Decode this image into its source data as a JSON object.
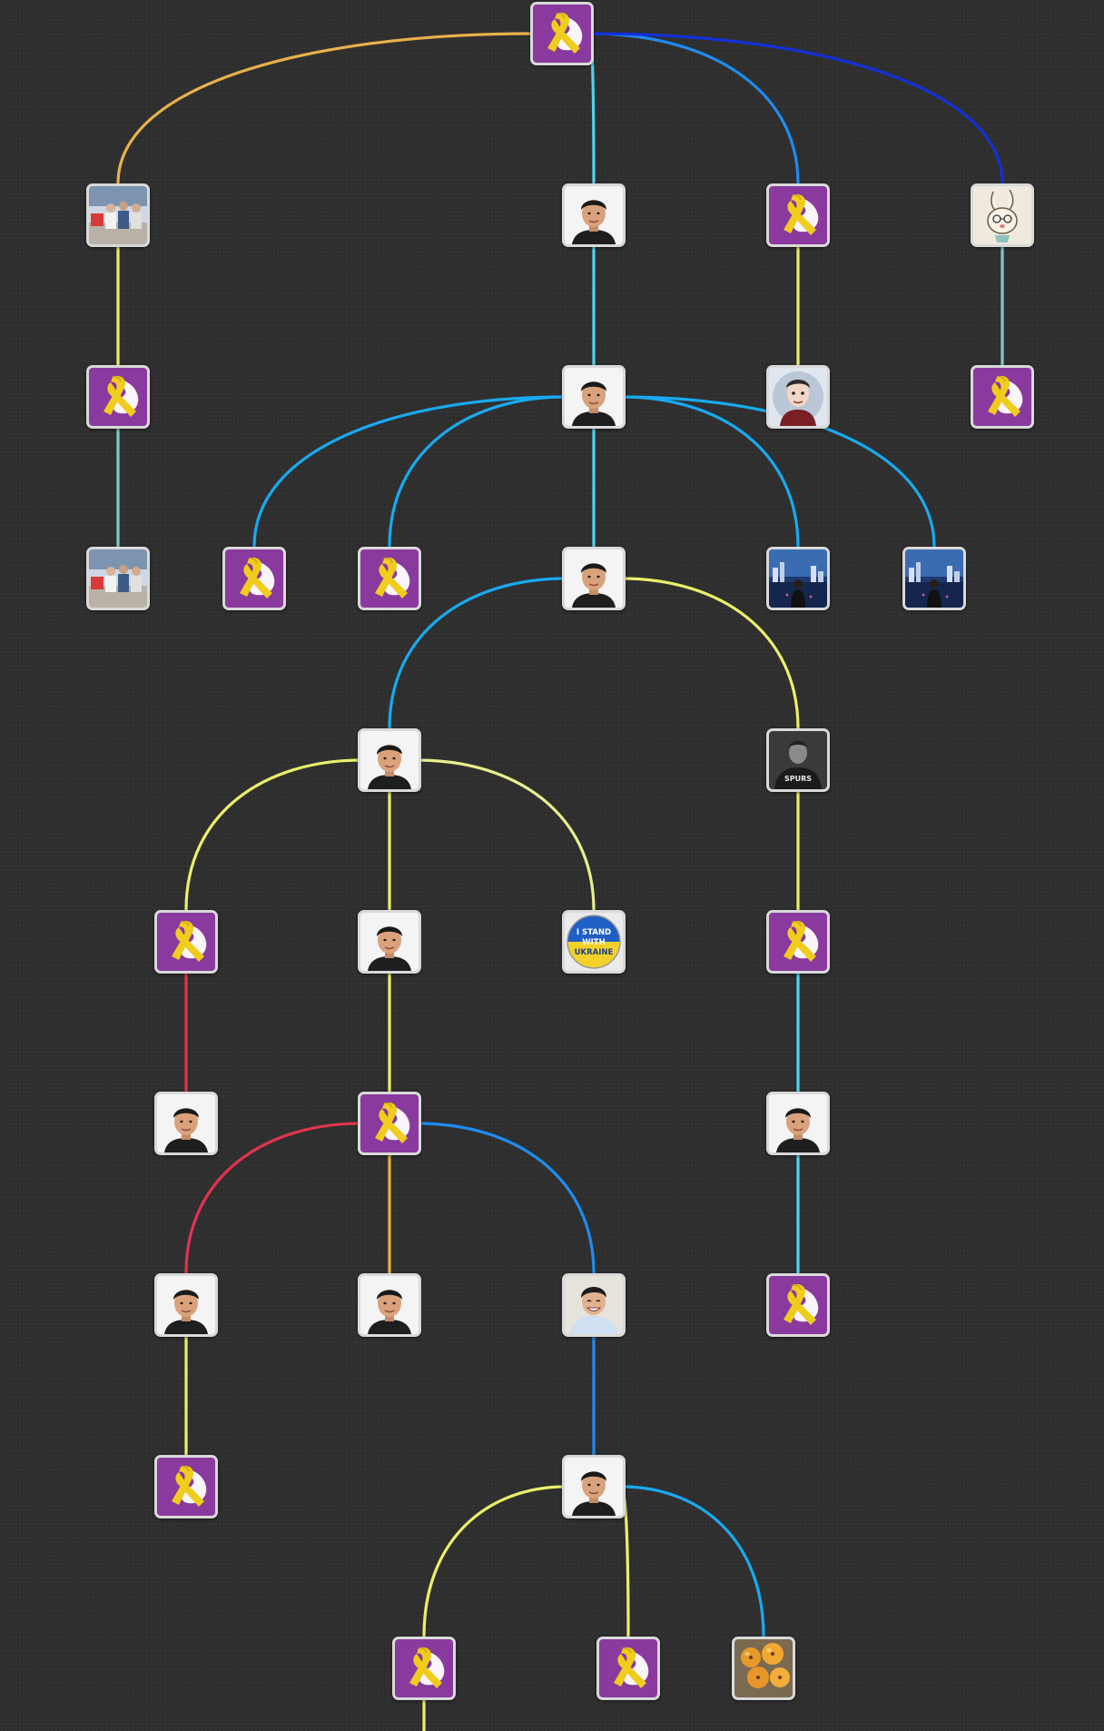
{
  "avatar_kinds": {
    "ribbon": "yellow-ribbon-icon",
    "portrait": "portrait-avatar",
    "group-photo": "group-photo-avatar",
    "rabbit": "rabbit-sketch-avatar",
    "cartoon": "cartoon-man-avatar",
    "cityscape": "cityscape-avatar",
    "athlete": "athlete-bw-avatar",
    "ukraine-badge": "ukraine-badge-avatar",
    "smiling-man": "smiling-man-avatar",
    "fruit": "loquat-fruit-avatar"
  },
  "ukraine_badge_text": [
    "I STAND",
    "WITH",
    "UKRAINE"
  ],
  "athlete_jersey_text": "SPURS",
  "colors": {
    "background": "#2f2f2f",
    "node_border": "#d9d9d9",
    "ribbon_bg": "#8a3a9e",
    "ribbon": "#f0cc1c",
    "ukraine_blue": "#1f5fc4",
    "ukraine_yellow": "#f2d22a",
    "edge_orange": "#e8b14c",
    "edge_cyan": "#4fd3ef",
    "edge_sky": "#18aaf0",
    "edge_blue": "#1e8cf0",
    "edge_navy": "#1230d8",
    "edge_yellow": "#ecef6a",
    "edge_teal": "#7fc9c9",
    "edge_pale_yellow": "#eaef8e",
    "edge_red": "#e0344e",
    "edge_gold": "#e8b23a"
  },
  "nodes": [
    {
      "id": "n1",
      "kind": "ribbon"
    },
    {
      "id": "n2",
      "kind": "group-photo"
    },
    {
      "id": "n3",
      "kind": "portrait"
    },
    {
      "id": "n4",
      "kind": "ribbon"
    },
    {
      "id": "n5",
      "kind": "rabbit"
    },
    {
      "id": "n6",
      "kind": "ribbon"
    },
    {
      "id": "n7",
      "kind": "portrait"
    },
    {
      "id": "n8",
      "kind": "cartoon"
    },
    {
      "id": "n9",
      "kind": "ribbon"
    },
    {
      "id": "n10",
      "kind": "group-photo"
    },
    {
      "id": "n11",
      "kind": "ribbon"
    },
    {
      "id": "n12",
      "kind": "ribbon"
    },
    {
      "id": "n13",
      "kind": "portrait"
    },
    {
      "id": "n14",
      "kind": "cityscape"
    },
    {
      "id": "n15",
      "kind": "cityscape"
    },
    {
      "id": "n16",
      "kind": "portrait"
    },
    {
      "id": "n17",
      "kind": "athlete"
    },
    {
      "id": "n18",
      "kind": "ribbon"
    },
    {
      "id": "n19",
      "kind": "portrait"
    },
    {
      "id": "n20",
      "kind": "ukraine-badge"
    },
    {
      "id": "n21",
      "kind": "ribbon"
    },
    {
      "id": "n22",
      "kind": "portrait"
    },
    {
      "id": "n23",
      "kind": "ribbon"
    },
    {
      "id": "n24",
      "kind": "portrait"
    },
    {
      "id": "n25",
      "kind": "portrait"
    },
    {
      "id": "n26",
      "kind": "portrait"
    },
    {
      "id": "n27",
      "kind": "smiling-man"
    },
    {
      "id": "n28",
      "kind": "ribbon"
    },
    {
      "id": "n29",
      "kind": "ribbon"
    },
    {
      "id": "n30",
      "kind": "portrait"
    },
    {
      "id": "n31",
      "kind": "ribbon"
    },
    {
      "id": "n32",
      "kind": "ribbon"
    },
    {
      "id": "n33",
      "kind": "fruit"
    }
  ],
  "edges": [
    {
      "from": "n1",
      "to": "n2",
      "color": "edge_orange"
    },
    {
      "from": "n1",
      "to": "n3",
      "color": "edge_cyan"
    },
    {
      "from": "n1",
      "to": "n4",
      "color": "edge_blue"
    },
    {
      "from": "n1",
      "to": "n5",
      "color": "edge_navy"
    },
    {
      "from": "n2",
      "to": "n6",
      "color": "edge_yellow"
    },
    {
      "from": "n3",
      "to": "n7",
      "color": "edge_cyan"
    },
    {
      "from": "n4",
      "to": "n8",
      "color": "edge_yellow"
    },
    {
      "from": "n5",
      "to": "n9",
      "color": "edge_teal"
    },
    {
      "from": "n6",
      "to": "n10",
      "color": "edge_teal"
    },
    {
      "from": "n7",
      "to": "n11",
      "color": "edge_sky"
    },
    {
      "from": "n7",
      "to": "n12",
      "color": "edge_sky"
    },
    {
      "from": "n7",
      "to": "n13",
      "color": "edge_cyan"
    },
    {
      "from": "n7",
      "to": "n14",
      "color": "edge_sky"
    },
    {
      "from": "n7",
      "to": "n15",
      "color": "edge_sky"
    },
    {
      "from": "n13",
      "to": "n16",
      "color": "edge_sky"
    },
    {
      "from": "n13",
      "to": "n17",
      "color": "edge_yellow"
    },
    {
      "from": "n16",
      "to": "n18",
      "color": "edge_yellow"
    },
    {
      "from": "n16",
      "to": "n19",
      "color": "edge_yellow"
    },
    {
      "from": "n16",
      "to": "n20",
      "color": "edge_pale_yellow"
    },
    {
      "from": "n17",
      "to": "n21",
      "color": "edge_yellow"
    },
    {
      "from": "n18",
      "to": "n22",
      "color": "edge_red"
    },
    {
      "from": "n19",
      "to": "n23",
      "color": "edge_yellow"
    },
    {
      "from": "n21",
      "to": "n24",
      "color": "edge_cyan"
    },
    {
      "from": "n23",
      "to": "n25",
      "color": "edge_red"
    },
    {
      "from": "n23",
      "to": "n26",
      "color": "edge_gold"
    },
    {
      "from": "n23",
      "to": "n27",
      "color": "edge_blue"
    },
    {
      "from": "n24",
      "to": "n28",
      "color": "edge_cyan"
    },
    {
      "from": "n25",
      "to": "n29",
      "color": "edge_yellow"
    },
    {
      "from": "n27",
      "to": "n30",
      "color": "edge_blue"
    },
    {
      "from": "n30",
      "to": "n31",
      "color": "edge_yellow"
    },
    {
      "from": "n30",
      "to": "n32",
      "color": "edge_yellow"
    },
    {
      "from": "n30",
      "to": "n33",
      "color": "edge_sky"
    },
    {
      "from": "n31",
      "to": "off-bottom",
      "color": "edge_yellow"
    }
  ]
}
